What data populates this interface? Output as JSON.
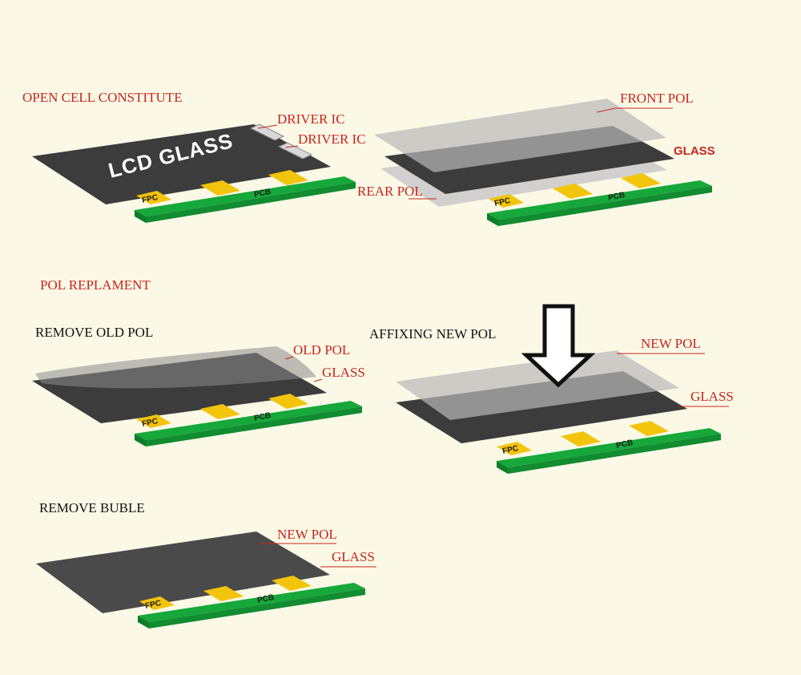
{
  "colors": {
    "background": "#fbf9e6",
    "glass": "#3c3c3c",
    "polarizer": "#b8b8b8",
    "pcb": "#16a83a",
    "chip": "#f2c40c",
    "label_red": "#c8241f",
    "label_black": "#111111"
  },
  "sections": {
    "open_cell": {
      "title": "OPEN CELL CONSTITUTE",
      "lcd_label": "LCD GLASS",
      "driver_ic_1": "DRIVER IC",
      "driver_ic_2": "DRIVER IC",
      "fpc": "FPC",
      "pcb": "PCB"
    },
    "layers": {
      "front_pol": "FRONT POL",
      "glass": "GLASS",
      "rear_pol": "REAR POL",
      "fpc": "FPC",
      "pcb": "PCB"
    },
    "replacement": {
      "title": "POL REPLAMENT"
    },
    "remove_old": {
      "title": "REMOVE OLD POL",
      "old_pol": "OLD POL",
      "glass": "GLASS",
      "fpc": "FPC",
      "pcb": "PCB"
    },
    "affix_new": {
      "title": "AFFIXING NEW POL",
      "new_pol": "NEW POL",
      "glass": "GLASS",
      "arrow_icon": "down-arrow-icon",
      "fpc": "FPC",
      "pcb": "PCB"
    },
    "remove_bubble": {
      "title": "REMOVE BUBLE",
      "new_pol": "NEW POL",
      "glass": "GLASS",
      "fpc": "FPC",
      "pcb": "PCB"
    }
  }
}
